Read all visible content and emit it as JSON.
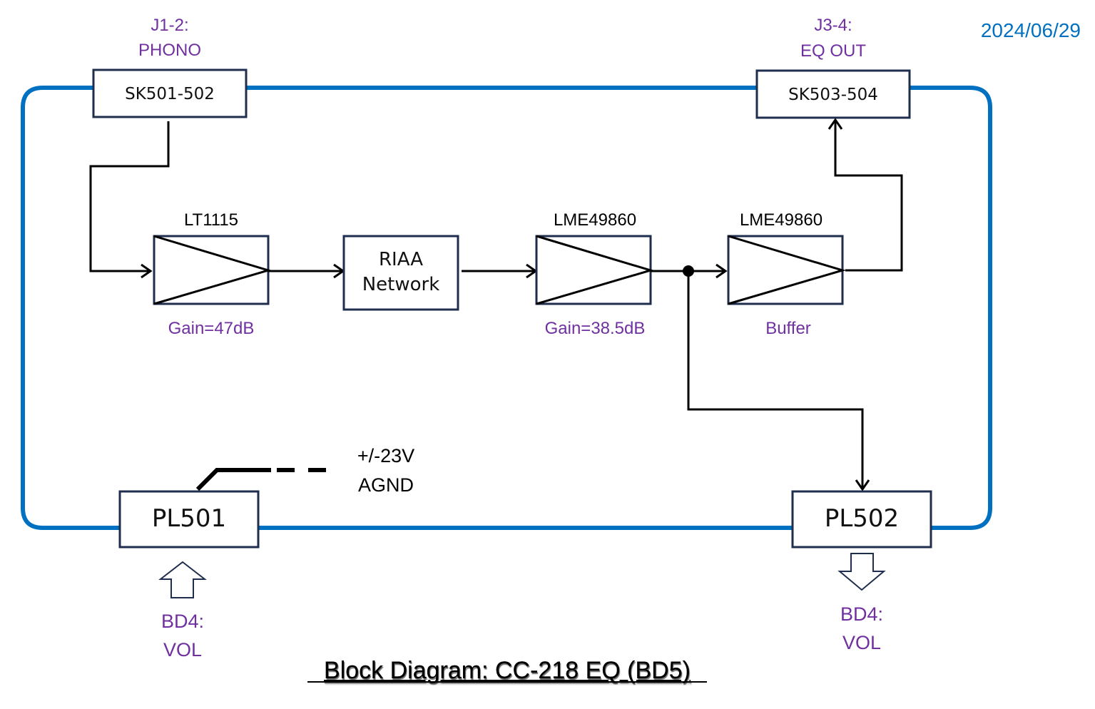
{
  "date": "2024/06/29",
  "title": "Block Diagram: CC-218 EQ (BD5)",
  "connectors": {
    "phono": {
      "ref_line1": "J1-2:",
      "ref_line2": "PHONO",
      "label": "SK501-502"
    },
    "eq_out": {
      "ref_line1": "J3-4:",
      "ref_line2": "EQ OUT",
      "label": "SK503-504"
    },
    "pl501": {
      "label": "PL501",
      "ref_line1": "BD4:",
      "ref_line2": "VOL",
      "direction": "in"
    },
    "pl502": {
      "label": "PL502",
      "ref_line1": "BD4:",
      "ref_line2": "VOL",
      "direction": "out"
    }
  },
  "stages": [
    {
      "part": "LT1115",
      "note": "Gain=47dB",
      "type": "amplifier"
    },
    {
      "label_line1": "RIAA",
      "label_line2": "Network",
      "type": "network"
    },
    {
      "part": "LME49860",
      "note": "Gain=38.5dB",
      "type": "amplifier"
    },
    {
      "part": "LME49860",
      "note": "Buffer",
      "type": "amplifier"
    }
  ],
  "power": {
    "line1": "+/-23V",
    "line2": "AGND"
  },
  "colors": {
    "bus": "#0070c0",
    "ref_text": "#7030a0",
    "box_border": "#1f2d4e",
    "date": "#0070c0"
  }
}
